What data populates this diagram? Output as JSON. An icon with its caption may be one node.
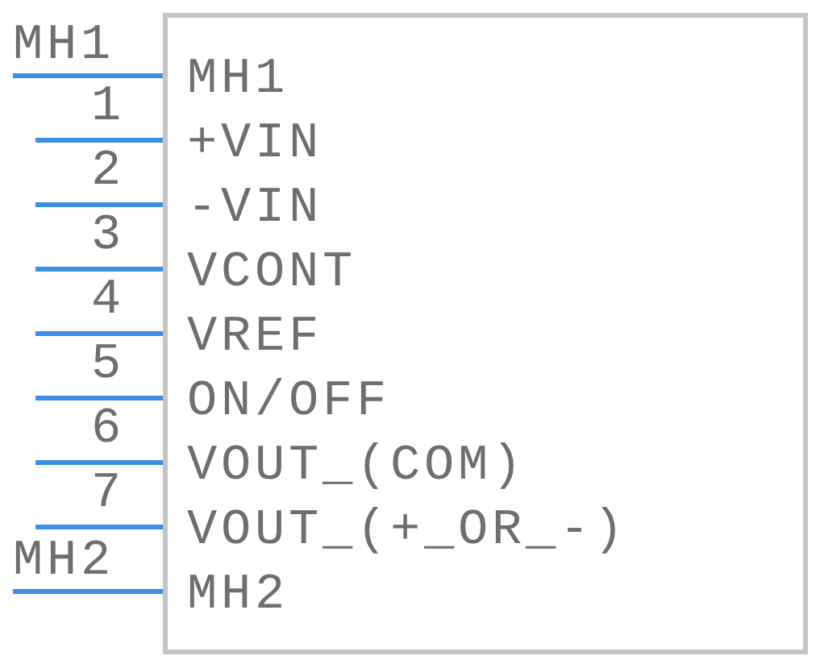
{
  "diagram": {
    "nodes": [
      {
        "text": [
          "MH1",
          "+VIN",
          "-VIN",
          "VCONT",
          "VREF",
          "ON/OFF",
          "VOUT_(COM)",
          "VOUT_(+_OR_-)",
          "MH2"
        ]
      }
    ],
    "labels": [
      "MH1",
      "1",
      "2",
      "3",
      "4",
      "5",
      "6",
      "7",
      "MH2"
    ]
  }
}
